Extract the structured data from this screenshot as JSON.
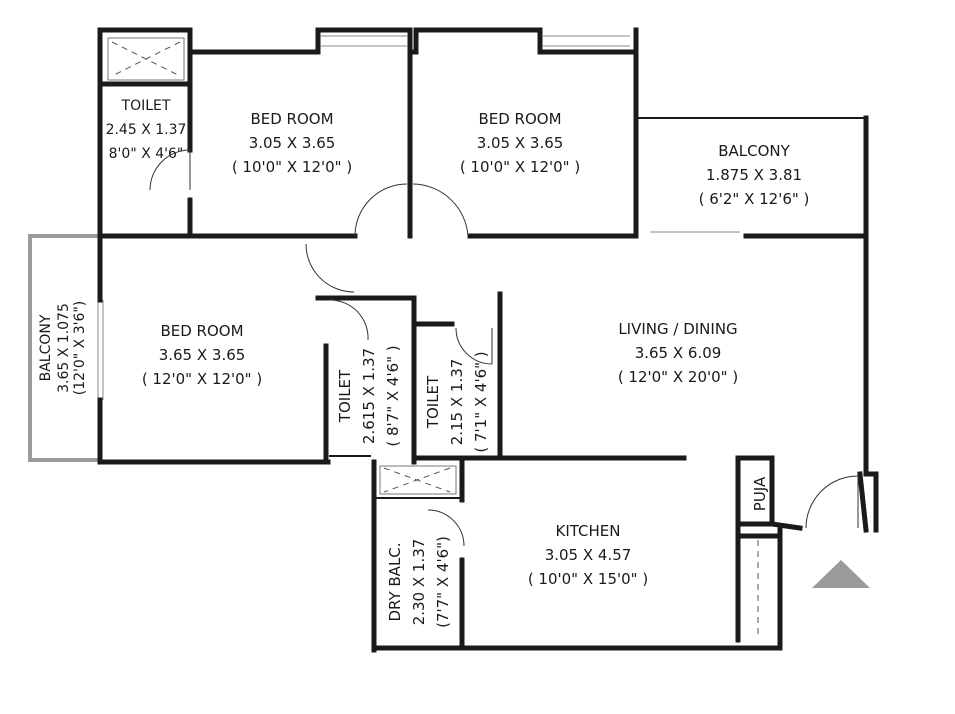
{
  "rooms": {
    "bedroom1": {
      "name": "BED ROOM",
      "metric": "3.05 X 3.65",
      "imperial": "( 10'0\" X 12'0\" )"
    },
    "bedroom2": {
      "name": "BED ROOM",
      "metric": "3.05 X 3.65",
      "imperial": "( 10'0\" X 12'0\" )"
    },
    "bedroom3": {
      "name": "BED ROOM",
      "metric": "3.65 X 3.65",
      "imperial": "( 12'0\" X 12'0\" )"
    },
    "toilet1": {
      "name": "TOILET",
      "metric": "2.45 X 1.37",
      "imperial": "8'0\" X 4'6\""
    },
    "toilet2": {
      "name": "TOILET",
      "metric": "2.615 X 1.37",
      "imperial": "( 8'7\" X 4'6\" )"
    },
    "toilet3": {
      "name": "TOILET",
      "metric": "2.15 X 1.37",
      "imperial": "( 7'1\" X 4'6\" )"
    },
    "balcony_right": {
      "name": "BALCONY",
      "metric": "1.875 X 3.81",
      "imperial": "( 6'2\" X 12'6\" )"
    },
    "balcony_left": {
      "name": "BALCONY",
      "metric": "3.65 X 1.075",
      "imperial": "(12'0\" X 3'6\")"
    },
    "living": {
      "name": "LIVING / DINING",
      "metric": "3.65 X 6.09",
      "imperial": "( 12'0\" X 20'0\" )"
    },
    "kitchen": {
      "name": "KITCHEN",
      "metric": "3.05 X 4.57",
      "imperial": "( 10'0\" X 15'0\" )"
    },
    "dry_balcony": {
      "name": "DRY BALC.",
      "metric": "2.30 X 1.37",
      "imperial": "(7'7\" X 4'6\")"
    },
    "puja": {
      "name": "PUJA"
    }
  },
  "colors": {
    "wall": "#1a1a1a",
    "balcony_outline": "#9a9a9a",
    "north_marker": "#9a9a9a"
  },
  "icons": {
    "entrance": "north-arrow-triangle"
  }
}
